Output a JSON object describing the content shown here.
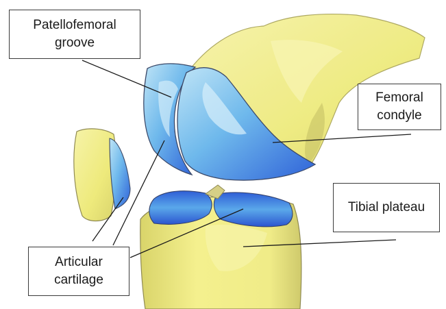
{
  "labels": {
    "patellofemoral_groove": [
      "Patellofemoral",
      "groove"
    ],
    "femoral_condyle": [
      "Femoral",
      "condyle"
    ],
    "tibial_plateau": [
      "Tibial plateau"
    ],
    "articular_cartilage": [
      "Articular",
      "cartilage"
    ]
  },
  "colors": {
    "bone": "#f2ee8a",
    "bone_shadow": "#c9c46a",
    "bone_outline": "#8f8a52",
    "cartilage_light": "#a9d9f2",
    "cartilage": "#5aaee8",
    "cartilage_dark": "#2e63d6",
    "leader_line": "#1a1a1a"
  }
}
